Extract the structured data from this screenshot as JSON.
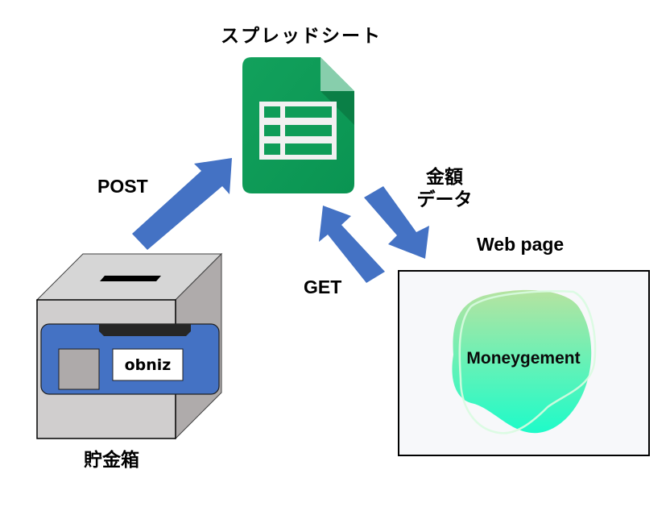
{
  "labels": {
    "spreadsheet": "スプレッドシート",
    "post": "POST",
    "get": "GET",
    "amount_line1": "金額",
    "amount_line2": "データ",
    "web_page": "Web page",
    "piggy_bank": "貯金箱"
  },
  "device": {
    "module_label": "obniz"
  },
  "web_page": {
    "brand_name": "Moneygement"
  },
  "icons": {
    "spreadsheet": "google-sheets-icon",
    "arrows": [
      "post-arrow",
      "get-arrow",
      "amount-data-arrow"
    ]
  },
  "colors": {
    "arrow": "#4472C4",
    "sheet_green": "#0F9D58",
    "sheet_fold_light": "#87CEAC",
    "sheet_fold_dark": "#0B7A43",
    "box_front": "#D0CECE",
    "box_top": "#D6D6D6",
    "box_side": "#AFABAB",
    "panel_blue": "#4472C4",
    "panel_tab": "#262626",
    "sensor_gray": "#AEAAAA",
    "web_bg": "#F7F8FA",
    "blob_top": "#B3E5A3",
    "blob_bottom": "#1FFBC8"
  }
}
